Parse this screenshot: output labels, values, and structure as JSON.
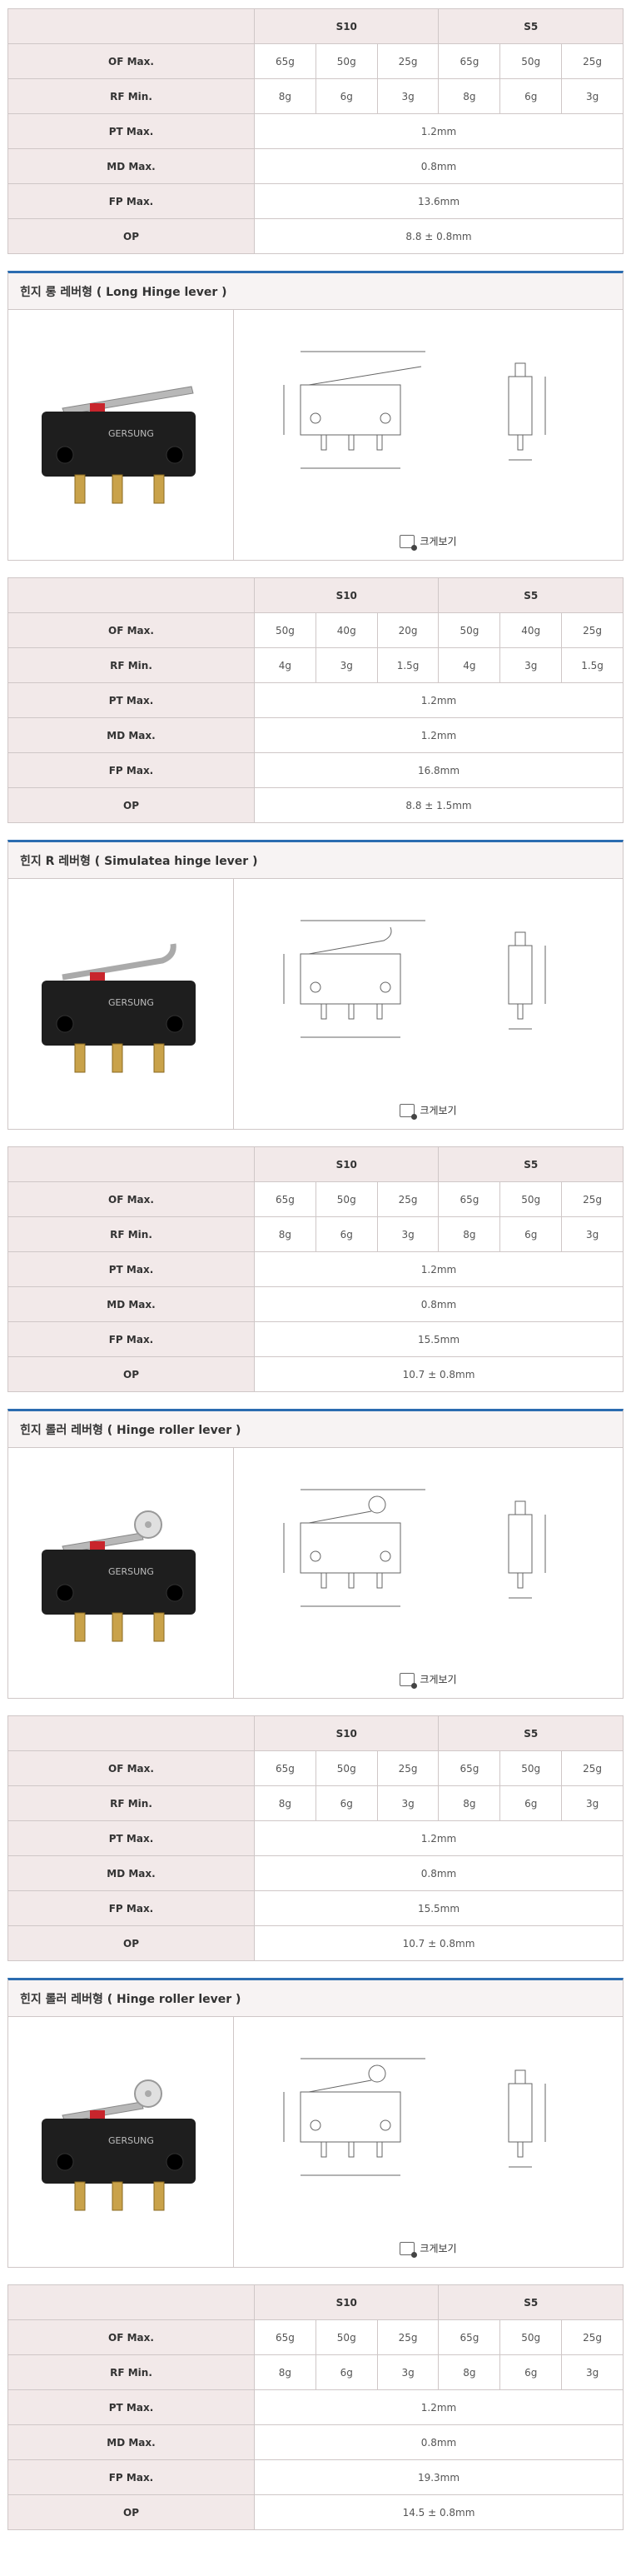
{
  "tables": [
    {
      "headers": [
        "",
        "S10",
        "S5"
      ],
      "rows": [
        {
          "label": "OF Max.",
          "values": [
            "65g",
            "50g",
            "25g",
            "65g",
            "50g",
            "25g"
          ]
        },
        {
          "label": "RF Min.",
          "values": [
            "8g",
            "6g",
            "3g",
            "8g",
            "6g",
            "3g"
          ]
        },
        {
          "label": "PT Max.",
          "span": "1.2mm"
        },
        {
          "label": "MD Max.",
          "span": "0.8mm"
        },
        {
          "label": "FP Max.",
          "span": "13.6mm"
        },
        {
          "label": "OP",
          "span": "8.8 ± 0.8mm"
        }
      ]
    },
    {
      "headers": [
        "",
        "S10",
        "S5"
      ],
      "rows": [
        {
          "label": "OF Max.",
          "values": [
            "50g",
            "40g",
            "20g",
            "50g",
            "40g",
            "25g"
          ]
        },
        {
          "label": "RF Min.",
          "values": [
            "4g",
            "3g",
            "1.5g",
            "4g",
            "3g",
            "1.5g"
          ]
        },
        {
          "label": "PT Max.",
          "span": "1.2mm"
        },
        {
          "label": "MD Max.",
          "span": "1.2mm"
        },
        {
          "label": "FP Max.",
          "span": "16.8mm"
        },
        {
          "label": "OP",
          "span": "8.8 ± 1.5mm"
        }
      ]
    },
    {
      "headers": [
        "",
        "S10",
        "S5"
      ],
      "rows": [
        {
          "label": "OF Max.",
          "values": [
            "65g",
            "50g",
            "25g",
            "65g",
            "50g",
            "25g"
          ]
        },
        {
          "label": "RF Min.",
          "values": [
            "8g",
            "6g",
            "3g",
            "8g",
            "6g",
            "3g"
          ]
        },
        {
          "label": "PT Max.",
          "span": "1.2mm"
        },
        {
          "label": "MD Max.",
          "span": "0.8mm"
        },
        {
          "label": "FP Max.",
          "span": "15.5mm"
        },
        {
          "label": "OP",
          "span": "10.7 ± 0.8mm"
        }
      ]
    },
    {
      "headers": [
        "",
        "S10",
        "S5"
      ],
      "rows": [
        {
          "label": "OF Max.",
          "values": [
            "65g",
            "50g",
            "25g",
            "65g",
            "50g",
            "25g"
          ]
        },
        {
          "label": "RF Min.",
          "values": [
            "8g",
            "6g",
            "3g",
            "8g",
            "6g",
            "3g"
          ]
        },
        {
          "label": "PT Max.",
          "span": "1.2mm"
        },
        {
          "label": "MD Max.",
          "span": "0.8mm"
        },
        {
          "label": "FP Max.",
          "span": "15.5mm"
        },
        {
          "label": "OP",
          "span": "10.7 ± 0.8mm"
        }
      ]
    },
    {
      "headers": [
        "",
        "S10",
        "S5"
      ],
      "rows": [
        {
          "label": "OF Max.",
          "values": [
            "65g",
            "50g",
            "25g",
            "65g",
            "50g",
            "25g"
          ]
        },
        {
          "label": "RF Min.",
          "values": [
            "8g",
            "6g",
            "3g",
            "8g",
            "6g",
            "3g"
          ]
        },
        {
          "label": "PT Max.",
          "span": "1.2mm"
        },
        {
          "label": "MD Max.",
          "span": "0.8mm"
        },
        {
          "label": "FP Max.",
          "span": "19.3mm"
        },
        {
          "label": "OP",
          "span": "14.5 ± 0.8mm"
        }
      ]
    }
  ],
  "products": [
    {
      "title": "힌지 롱 레버형 ( Long Hinge lever )",
      "lever": "long",
      "brand": "GERSUNG",
      "zoom_label": "크게보기"
    },
    {
      "title": "힌지 R 레버형 ( Simulatea hinge lever )",
      "lever": "r",
      "brand": "GERSUNG",
      "zoom_label": "크게보기"
    },
    {
      "title": "힌지 롤러 레버형 ( Hinge roller lever )",
      "lever": "roller",
      "brand": "GERSUNG",
      "zoom_label": "크게보기"
    },
    {
      "title": "힌지 롤러 레버형 ( Hinge roller lever )",
      "lever": "roller",
      "brand": "GERSUNG",
      "zoom_label": "크게보기"
    }
  ],
  "colors": {
    "header_bg": "#f2e9e9",
    "border": "#cfc7c7",
    "accent": "#2b6cb0",
    "switch_body": "#1e1e1e",
    "actuator": "#c8252c",
    "terminal": "#c9a24a"
  }
}
